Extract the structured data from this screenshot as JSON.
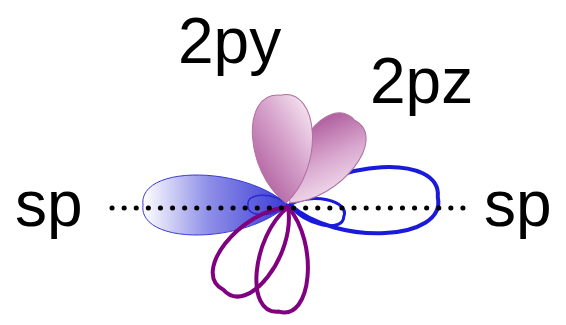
{
  "diagram": {
    "labels": [
      "2py",
      "2pz",
      "sp",
      "sp"
    ]
  }
}
